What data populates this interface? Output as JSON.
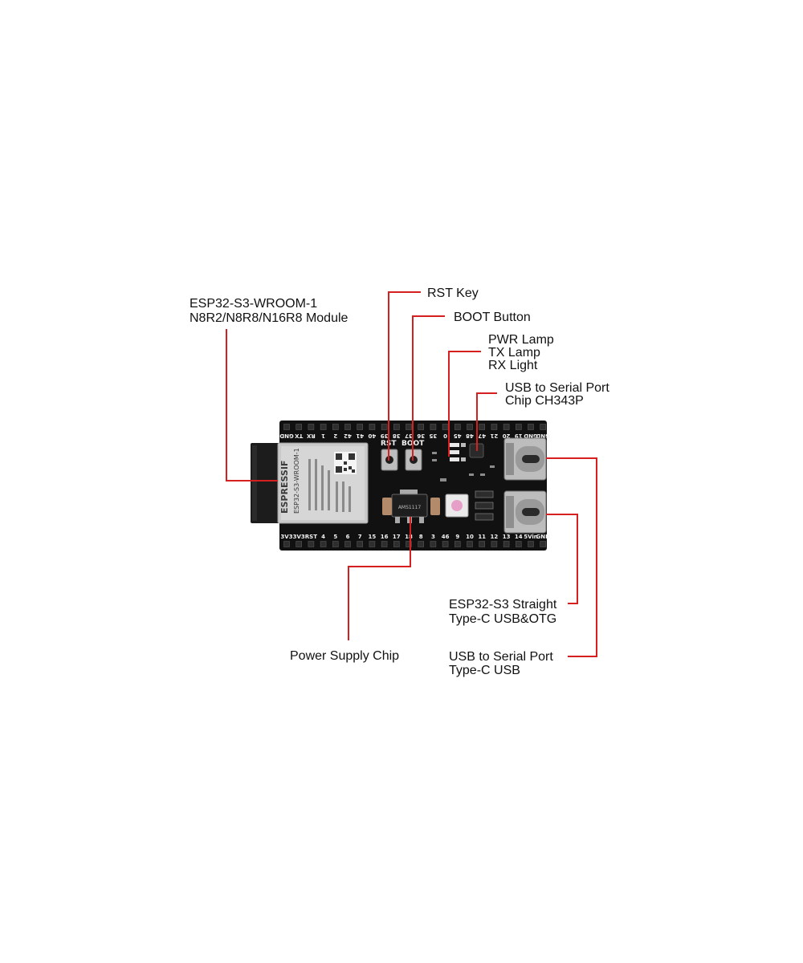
{
  "colors": {
    "leader": "#d61f1f",
    "board": "#111111",
    "pin_header": "#1a1a1a",
    "silkscreen": "#f2f2f2",
    "module_shield": "#c9c9c9",
    "connector": "#c0c0c0"
  },
  "labels": {
    "module": {
      "line1": "ESP32-S3-WROOM-1",
      "line2": "N8R2/N8R8/N16R8 Module"
    },
    "rst_key": "RST Key",
    "boot_button": "BOOT Button",
    "lamps": {
      "line1": "PWR Lamp",
      "line2": "TX Lamp",
      "line3": "RX Light"
    },
    "usb_serial_chip": {
      "line1": "USB to Serial Port",
      "line2": "Chip CH343P"
    },
    "power_chip": "Power Supply Chip",
    "otg_usb": {
      "line1": "ESP32-S3 Straight",
      "line2": "Type-C USB&OTG"
    },
    "serial_usb": {
      "line1": "USB to Serial Port",
      "line2": "Type-C USB"
    }
  },
  "board": {
    "top_pins": [
      "GND",
      "TX",
      "RX",
      "1",
      "2",
      "42",
      "41",
      "40",
      "39",
      "38",
      "37",
      "36",
      "35",
      "0",
      "45",
      "48",
      "47",
      "21",
      "20",
      "19",
      "GND",
      "GND"
    ],
    "bottom_pins": [
      "3V3",
      "3V3",
      "RST",
      "4",
      "5",
      "6",
      "7",
      "15",
      "16",
      "17",
      "18",
      "8",
      "3",
      "46",
      "9",
      "10",
      "11",
      "12",
      "13",
      "14",
      "5Vin",
      "GND"
    ],
    "module_brand": "ESPRESSIF",
    "module_model": "ESP32-S3-WROOM-1",
    "rst_silk": "RST",
    "boot_silk": "BOOT",
    "power_chip_marking": "AMS1117"
  }
}
